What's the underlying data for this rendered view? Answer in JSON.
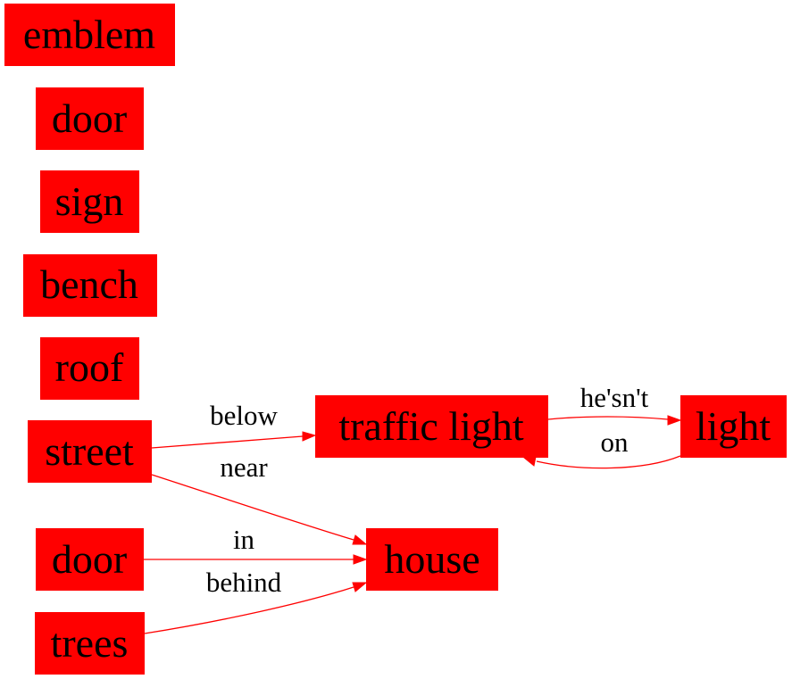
{
  "colors": {
    "node_fill": "#ff0000",
    "edge": "#ff0000",
    "text": "#000000",
    "background": "#ffffff"
  },
  "nodes": {
    "emblem": "emblem",
    "door_top": "door",
    "sign": "sign",
    "bench": "bench",
    "roof": "roof",
    "street": "street",
    "traffic_light": "traffic light",
    "light": "light",
    "door_bottom": "door",
    "house": "house",
    "trees": "trees"
  },
  "edges": [
    {
      "from": "street",
      "to": "traffic_light",
      "label": "below"
    },
    {
      "from": "traffic_light",
      "to": "light",
      "label": "he'sn't"
    },
    {
      "from": "light",
      "to": "traffic_light",
      "label": "on"
    },
    {
      "from": "street",
      "to": "house",
      "label": "near"
    },
    {
      "from": "door_bottom",
      "to": "house",
      "label": "in"
    },
    {
      "from": "trees",
      "to": "house",
      "label": "behind"
    }
  ]
}
